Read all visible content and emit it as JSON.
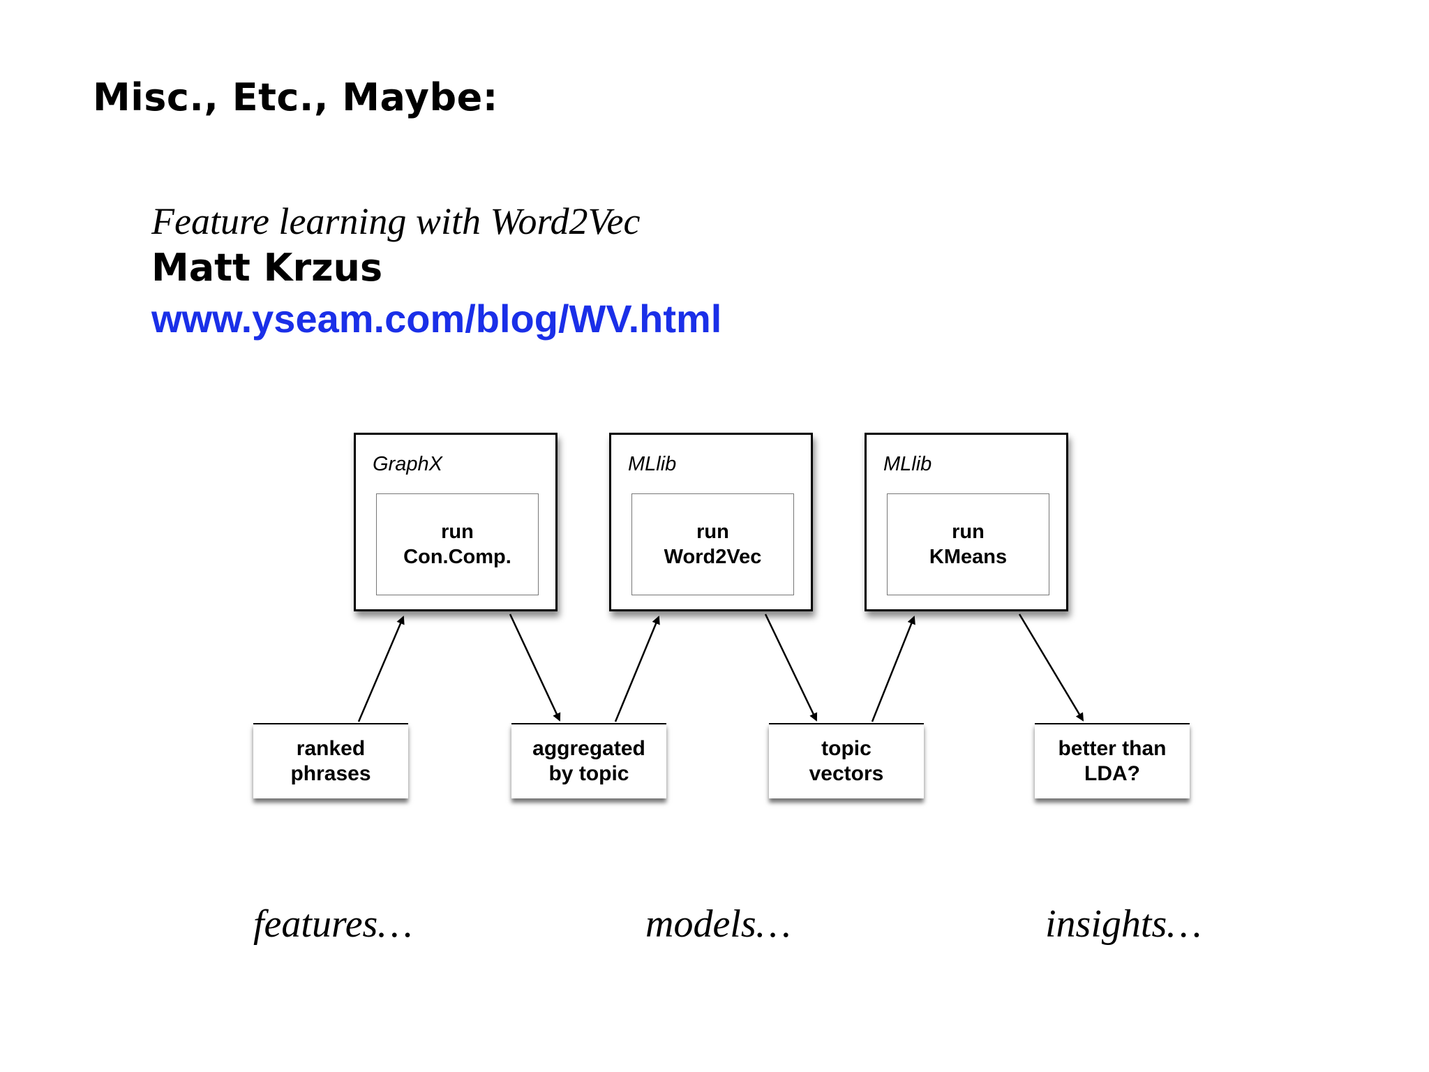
{
  "slide": {
    "title": "Misc., Etc., Maybe:"
  },
  "reference": {
    "title": "Feature learning with Word2Vec",
    "author": "Matt Krzus",
    "url": "www.yseam.com/blog/WV.html",
    "url_color": "#1a2fe8"
  },
  "diagram": {
    "stages": [
      {
        "library": "GraphX",
        "line1": "run",
        "line2": "Con.Comp."
      },
      {
        "library": "MLlib",
        "line1": "run",
        "line2": "Word2Vec"
      },
      {
        "library": "MLlib",
        "line1": "run",
        "line2": "KMeans"
      }
    ],
    "data_boxes": [
      {
        "line1": "ranked",
        "line2": "phrases"
      },
      {
        "line1": "aggregated",
        "line2": "by topic"
      },
      {
        "line1": "topic",
        "line2": "vectors"
      },
      {
        "line1": "better than",
        "line2": "LDA?"
      }
    ],
    "phases": [
      "features…",
      "models…",
      "insights…"
    ]
  }
}
